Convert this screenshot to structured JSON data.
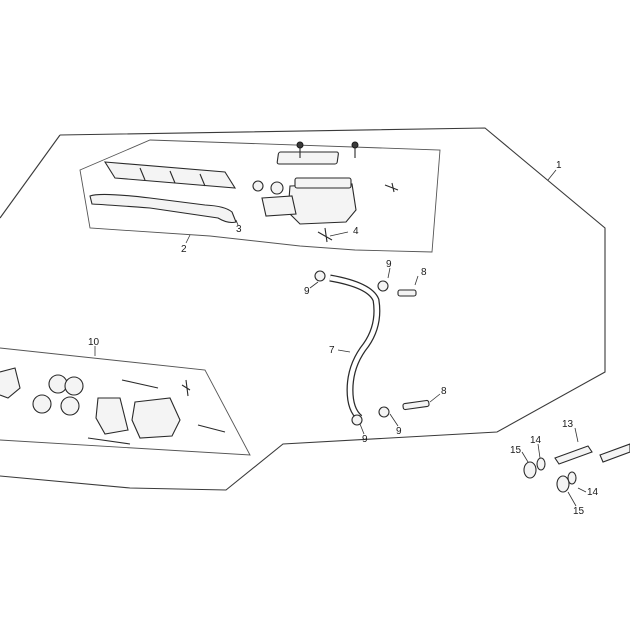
{
  "callouts": {
    "c1": "1",
    "c2": "2",
    "c3": "3",
    "c4": "4",
    "c7": "7",
    "c8a": "8",
    "c8b": "8",
    "c9a": "9",
    "c9b": "9",
    "c9c": "9",
    "c9d": "9",
    "c10": "10",
    "c13": "13",
    "c14a": "14",
    "c14b": "14",
    "c15a": "15",
    "c15b": "15"
  }
}
